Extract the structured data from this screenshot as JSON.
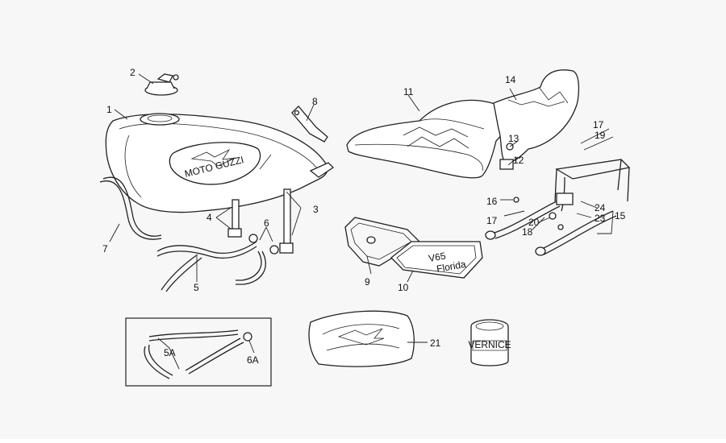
{
  "diagram": {
    "background": "#f7f7f7",
    "line_color": "#222222",
    "labels": {
      "l1": "1",
      "l2": "2",
      "l3": "3",
      "l4": "4",
      "l5": "5",
      "l6": "6",
      "l7": "7",
      "l8": "8",
      "l9": "9",
      "l10": "10",
      "l11": "11",
      "l12": "12",
      "l13": "13",
      "l14": "14",
      "l15": "15",
      "l16": "16",
      "l17a": "17",
      "l17b": "17",
      "l18": "18",
      "l19": "19",
      "l20": "20",
      "l21": "21",
      "l23": "23",
      "l24": "24",
      "l5a": "5A",
      "l6a": "6A"
    },
    "tank_logo_text": "MOTO GUZZI",
    "side_cover_text": "V65",
    "side_cover_subtext": "Florida",
    "paint_can_label": "VERNICE"
  }
}
